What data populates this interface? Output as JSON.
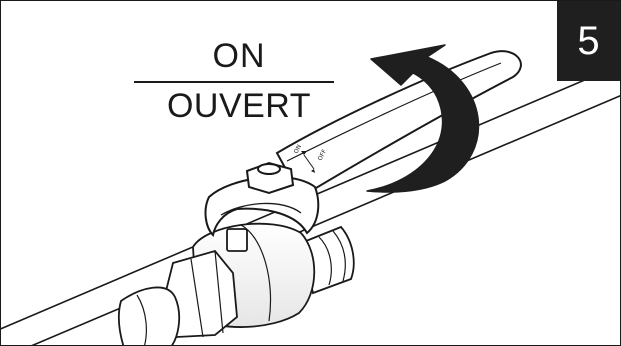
{
  "step": {
    "number": "5"
  },
  "label": {
    "primary": "ON",
    "secondary": "OUVERT"
  },
  "handle_marks": {
    "on": "ON",
    "off": "OFF"
  }
}
